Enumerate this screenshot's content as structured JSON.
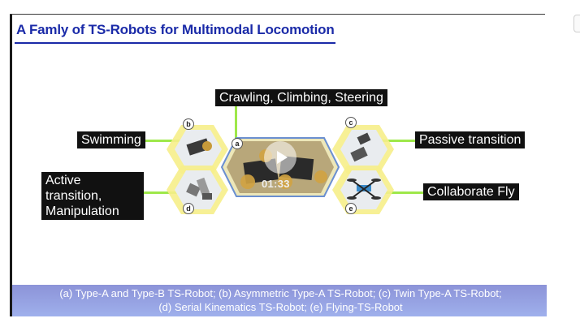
{
  "slide": {
    "title": "A Famly of TS-Robots for Multimodal Locomotion"
  },
  "labels": {
    "top": "Crawling, Climbing, Steering",
    "swimming": "Swimming",
    "passive": "Passive transition",
    "active_line1": "Active transition,",
    "active_line2": "Manipulation",
    "fly": "Collaborate Fly"
  },
  "badges": {
    "a": "a",
    "b": "b",
    "c": "c",
    "d": "d",
    "e": "e"
  },
  "video": {
    "timecode": "01:33",
    "play_icon": "play-icon"
  },
  "caption": {
    "line1": "(a) Type-A and Type-B TS-Robot; (b) Asymmetric Type-A TS-Robot; (c) Twin Type-A TS-Robot;",
    "line2": "(d) Serial Kinematics TS-Robot; (e) Flying-TS-Robot"
  },
  "colors": {
    "title": "#1a2aa8",
    "accent_green": "#9ee84a",
    "hex_fill": "#f6ee8a",
    "center_border": "#6a8fd0",
    "caption_bg": "#9aa6e6"
  }
}
